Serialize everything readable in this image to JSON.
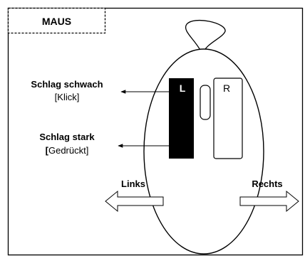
{
  "title": "MAUS",
  "mouse": {
    "left_button_label": "L",
    "right_button_label": "R"
  },
  "annotations": {
    "weak_label": "Schlag schwach",
    "weak_sub": "[Klick]",
    "strong_label": "Schlag stark",
    "strong_sub_bracket": "[",
    "strong_sub_text": "Gedrückt]"
  },
  "directions": {
    "left": "Links",
    "right": "Rechts"
  },
  "colors": {
    "ink": "#000000",
    "paper": "#ffffff"
  }
}
